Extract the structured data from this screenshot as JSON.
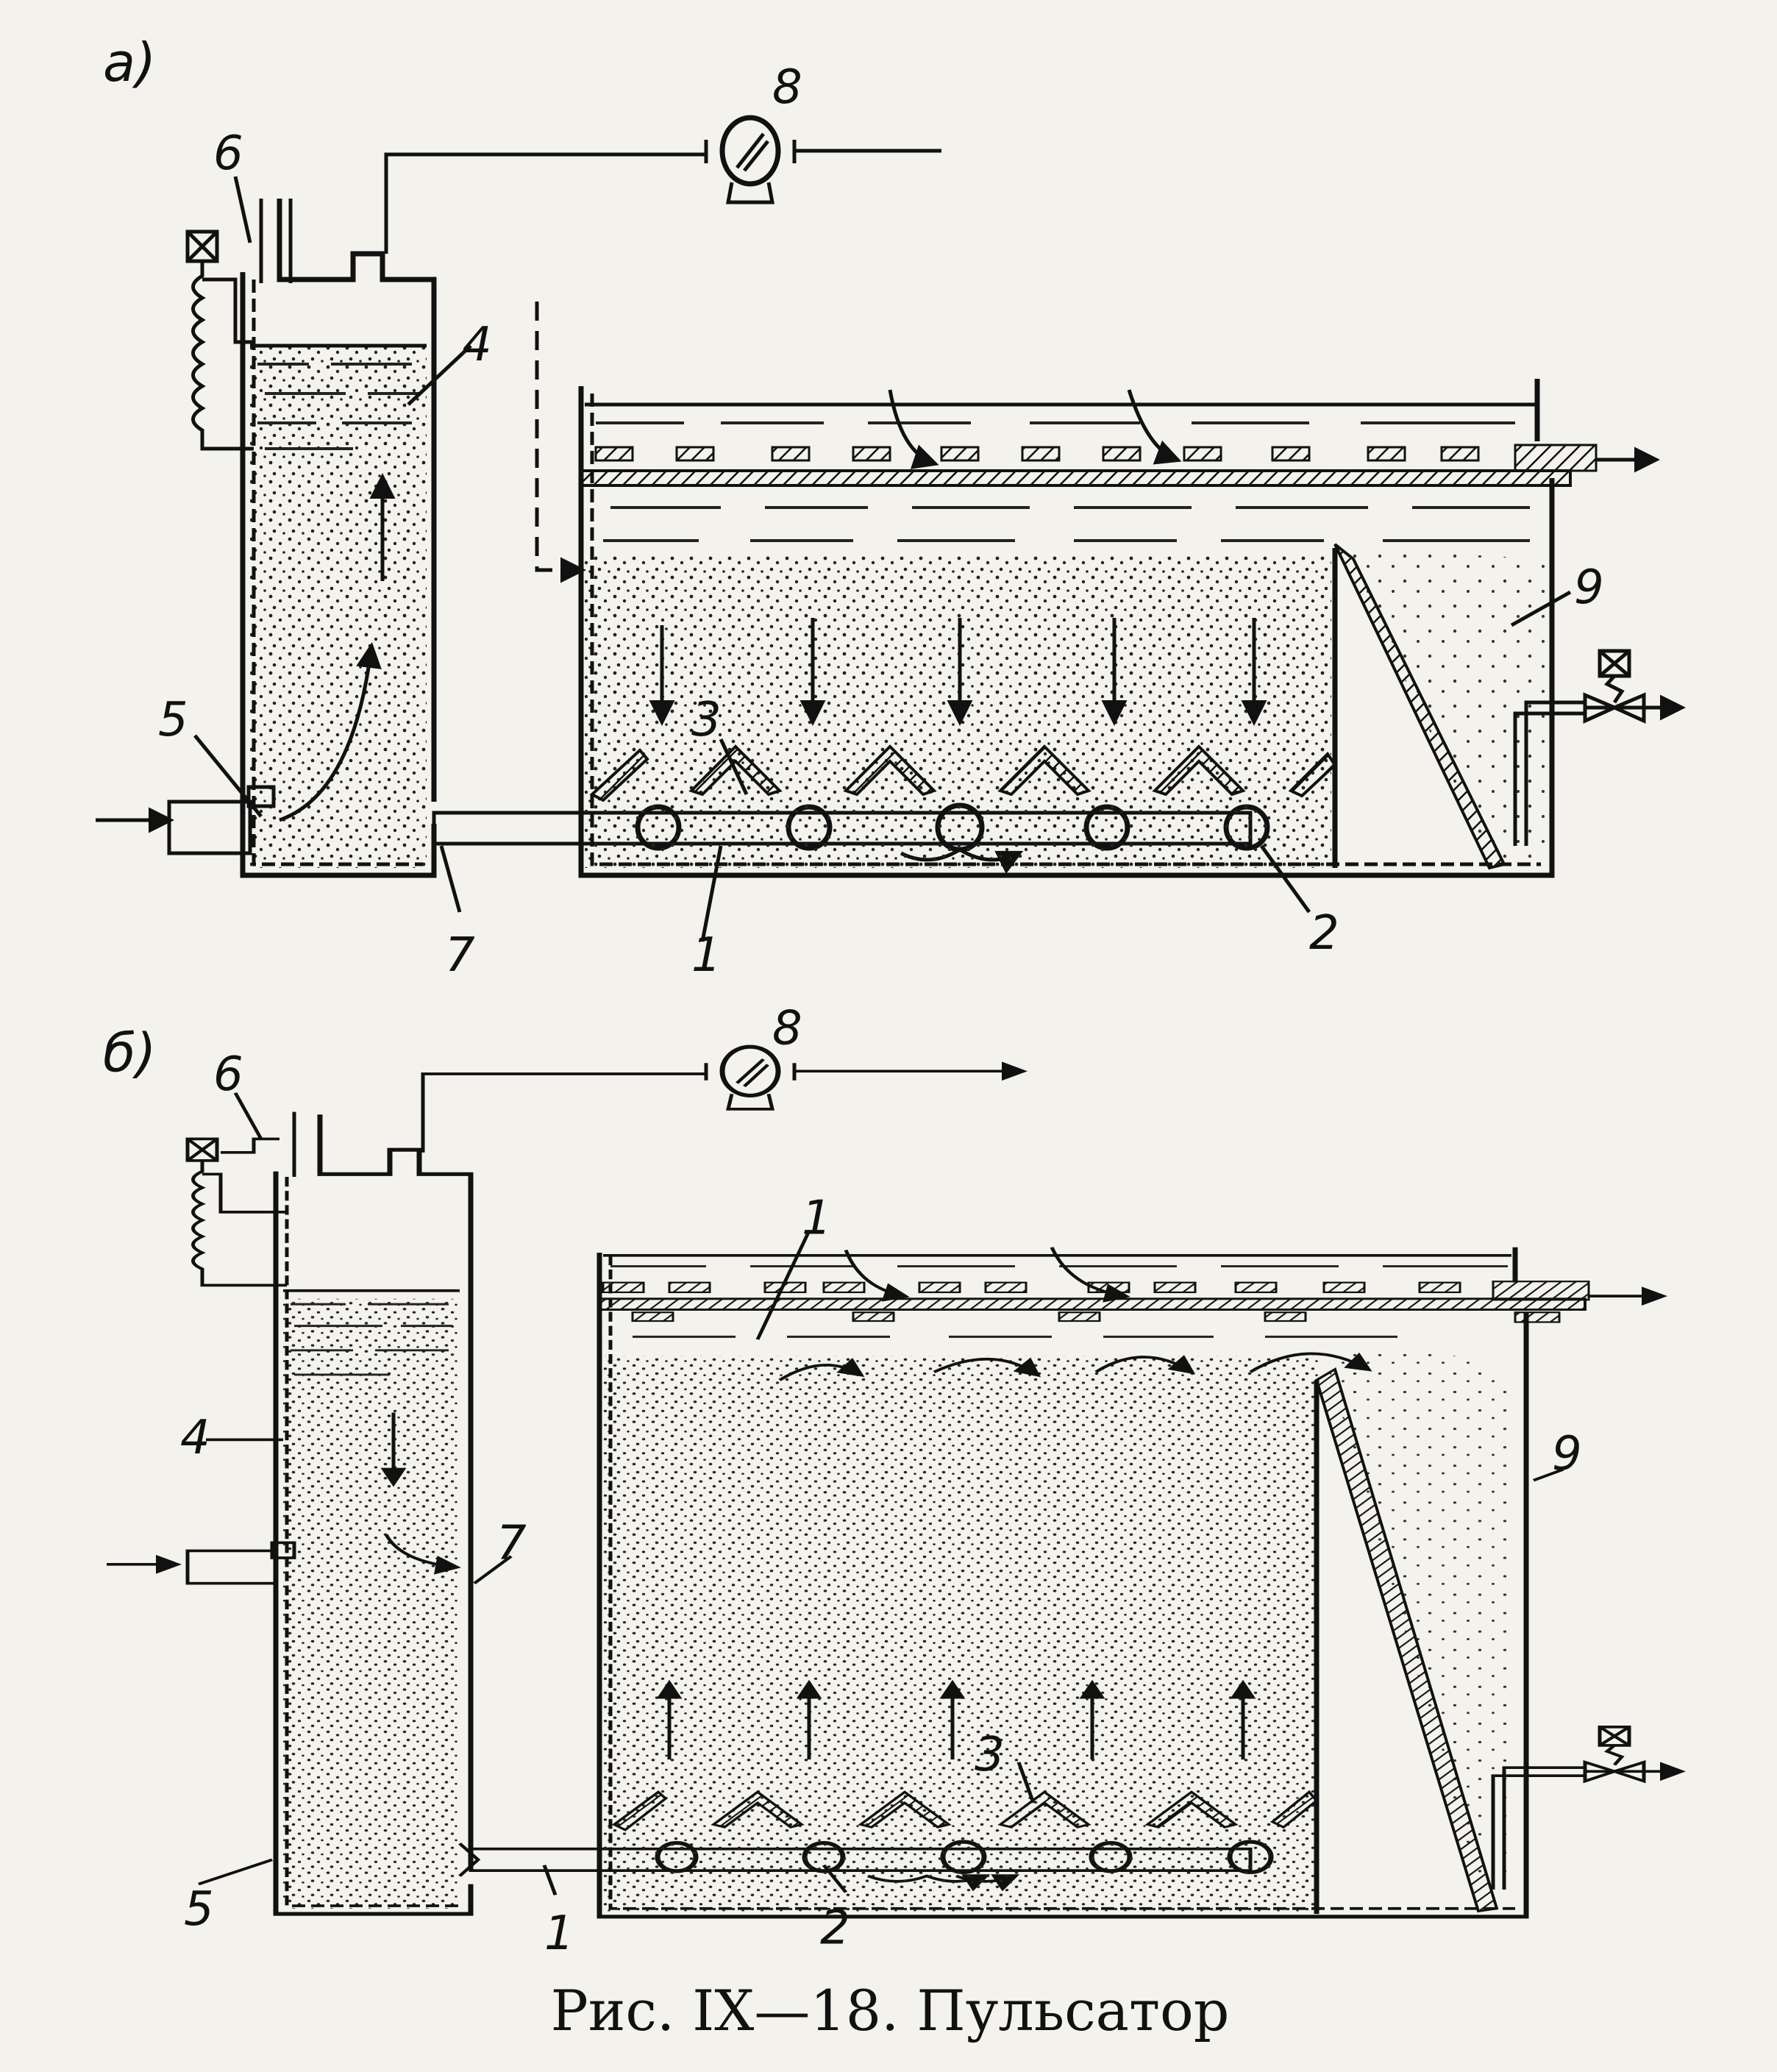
{
  "caption": "Рис. IX—18. Пульсатор",
  "panels": [
    {
      "id": "a",
      "label": "а)",
      "labels": {
        "n1": "1",
        "n2": "2",
        "n3": "3",
        "n4": "4",
        "n5": "5",
        "n6": "6",
        "n7": "7",
        "n8": "8",
        "n9": "9"
      }
    },
    {
      "id": "b",
      "label": "б)",
      "labels": {
        "n1": "1",
        "n1b": "1",
        "n2": "2",
        "n3": "3",
        "n4": "4",
        "n5": "5",
        "n6": "6",
        "n7": "7",
        "n8": "8",
        "n9": "9"
      }
    }
  ],
  "colors": {
    "ink": "#111111",
    "paper": "#f4f2ec"
  }
}
